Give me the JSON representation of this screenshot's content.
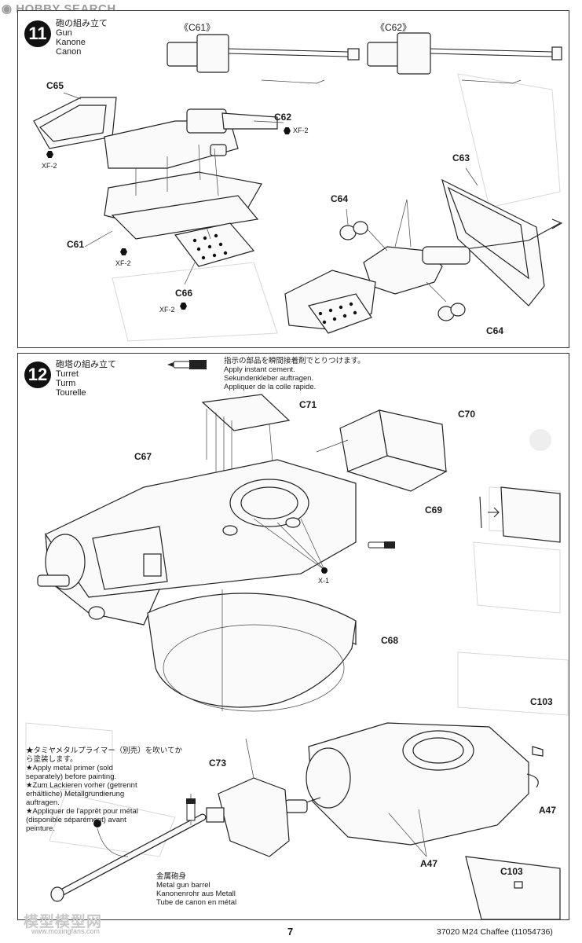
{
  "site_watermark": "HOBBY SEARCH",
  "step11": {
    "number": "11",
    "title_jp": "砲の組み立て",
    "title_en": "Gun",
    "title_de": "Kanone",
    "title_fr": "Canon",
    "subassembly_left": "《C61》",
    "subassembly_right": "《C62》",
    "labels": {
      "c65": "C65",
      "c62": "C62",
      "xf2_a": "XF-2",
      "xf2_b": "XF-2",
      "c61": "C61",
      "xf2_c": "XF-2",
      "c66": "C66",
      "xf2_d": "XF-2",
      "c63": "C63",
      "c64_a": "C64",
      "c64_b": "C64"
    }
  },
  "step12": {
    "number": "12",
    "title_jp": "砲塔の組み立て",
    "title_en": "Turret",
    "title_de": "Turm",
    "title_fr": "Tourelle",
    "cement_note": {
      "jp": "指示の部品を瞬間接着剤でとりつけます。",
      "en": "Apply instant cement.",
      "de": "Sekundenkleber auftragen.",
      "fr": "Appliquer de la colle rapide."
    },
    "labels": {
      "c71": "C71",
      "c70": "C70",
      "c67": "C67",
      "c69": "C69",
      "x1": "X-1",
      "c68": "C68",
      "c103_a": "C103",
      "a47_a": "A47",
      "c73": "C73",
      "a47_b": "A47",
      "c103_b": "C103"
    },
    "primer_note": {
      "jp": "★タミヤメタルプライマー（別売）を吹いてから塗装します。",
      "en_1": "★Apply metal primer (sold",
      "en_2": "separately) before painting.",
      "de_1": "★Zum Lackieren vorher (getrennt",
      "de_2": "erhältliche) Metallgrundierung",
      "de_3": "auftragen.",
      "fr_1": "★Appliquer de l'apprêt pour métal",
      "fr_2": "(disponible séparément) avant",
      "fr_3": "peinture."
    },
    "barrel_note": {
      "jp": "金属砲身",
      "en": "Metal gun barrel",
      "de": "Kanonenrohr aus Metall",
      "fr": "Tube de canon en métal"
    }
  },
  "footer": {
    "page_number": "7",
    "product": "37020  M24 Chaffee (11054736)"
  },
  "bottom_watermark": "模型模型网",
  "bottom_watermark_url": "www.moxingfans.com"
}
